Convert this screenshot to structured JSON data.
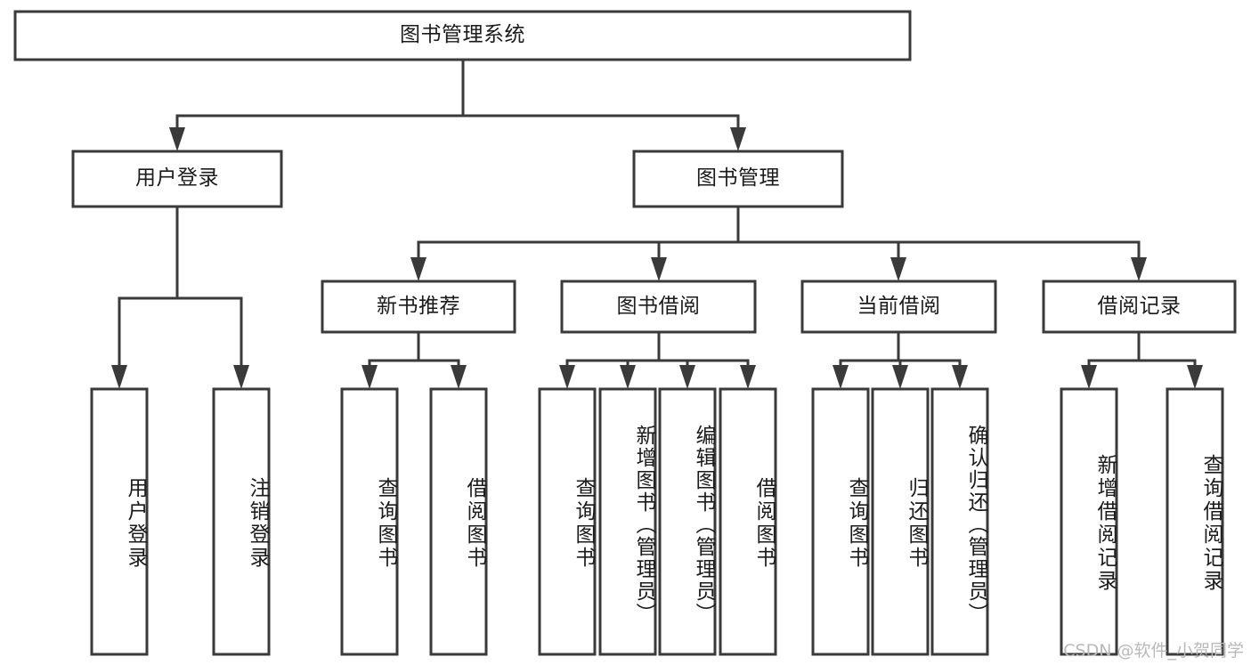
{
  "diagram": {
    "title": "图书管理系统",
    "type": "tree-hierarchy",
    "watermark": "CSDN @软件_小贺同学",
    "colors": {
      "stroke": "#3a3a3a",
      "fill": "#ffffff",
      "text": "#1b1b1b",
      "watermark": "#b9b9b9",
      "background": "#ffffff"
    },
    "levels": {
      "root": {
        "label": "图书管理系统"
      },
      "level2": [
        {
          "id": "user-login",
          "label": "用户登录"
        },
        {
          "id": "book-manage",
          "label": "图书管理"
        }
      ],
      "level3": [
        {
          "id": "new-book-recommend",
          "label": "新书推荐",
          "parent": "book-manage"
        },
        {
          "id": "book-borrow",
          "label": "图书借阅",
          "parent": "book-manage"
        },
        {
          "id": "current-borrow",
          "label": "当前借阅",
          "parent": "book-manage"
        },
        {
          "id": "borrow-record",
          "label": "借阅记录",
          "parent": "book-manage"
        }
      ],
      "leaves": {
        "user-login": [
          {
            "id": "leaf-user-login",
            "label": "用户登录"
          },
          {
            "id": "leaf-user-logout",
            "label": "注销登录"
          }
        ],
        "new-book-recommend": [
          {
            "id": "leaf-query-book-1",
            "label": "查询图书"
          },
          {
            "id": "leaf-borrow-book-1",
            "label": "借阅图书"
          }
        ],
        "book-borrow": [
          {
            "id": "leaf-query-book-2",
            "label": "查询图书"
          },
          {
            "id": "leaf-add-book",
            "label": "新增图书（管理员）"
          },
          {
            "id": "leaf-edit-book",
            "label": "编辑图书（管理员）"
          },
          {
            "id": "leaf-borrow-book-2",
            "label": "借阅图书"
          }
        ],
        "current-borrow": [
          {
            "id": "leaf-query-book-3",
            "label": "查询图书"
          },
          {
            "id": "leaf-return-book",
            "label": "归还图书"
          },
          {
            "id": "leaf-confirm-return",
            "label": "确认归还（管理员）"
          }
        ],
        "borrow-record": [
          {
            "id": "leaf-add-record",
            "label": "新增借阅记录"
          },
          {
            "id": "leaf-query-record",
            "label": "查询借阅记录"
          }
        ]
      }
    }
  }
}
